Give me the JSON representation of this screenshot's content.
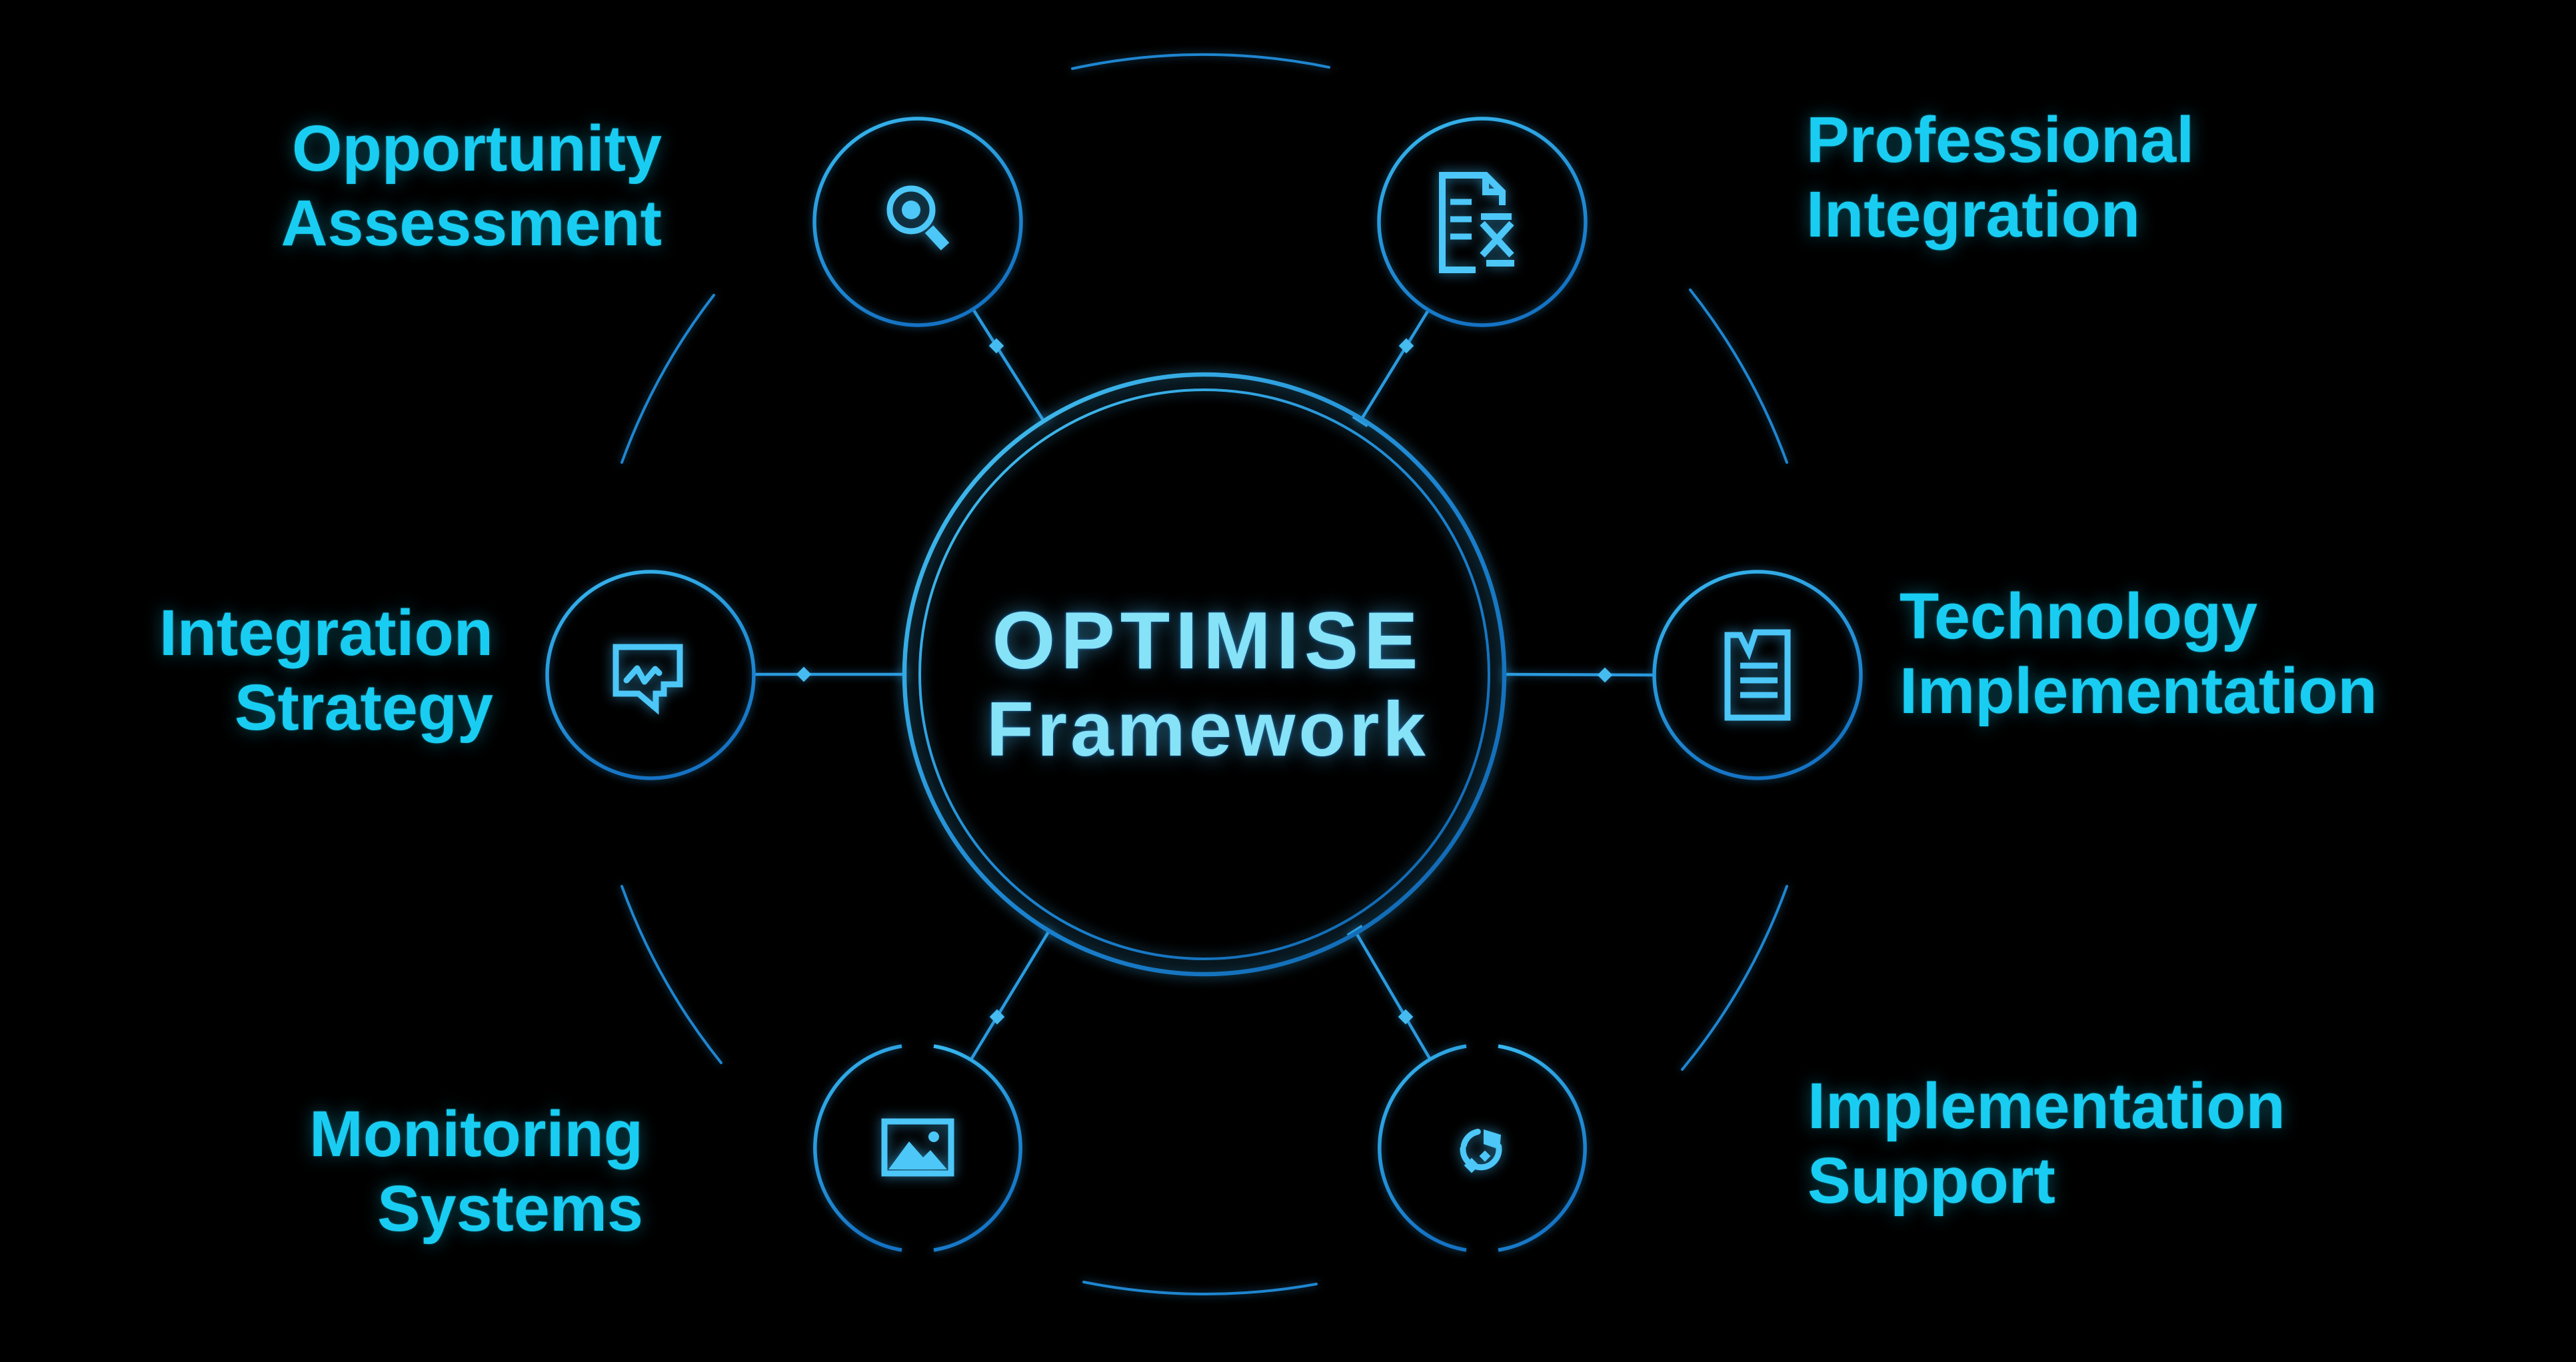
{
  "center": {
    "line1": "OPTIMISE",
    "line2": "Framework"
  },
  "nodes": {
    "top_left": {
      "line1": "Opportunity",
      "line2": "Assessment",
      "icon": "magnifier-icon"
    },
    "top_right": {
      "line1": "Professional",
      "line2": "Integration",
      "icon": "document-edit-icon"
    },
    "mid_left": {
      "line1": "Integration",
      "line2": "Strategy",
      "icon": "message-pulse-icon"
    },
    "mid_right": {
      "line1": "Technology",
      "line2": "Implementation",
      "icon": "note-list-icon"
    },
    "bottom_left": {
      "line1": "Monitoring",
      "line2": "Systems",
      "icon": "image-icon"
    },
    "bottom_right": {
      "line1": "Implementation",
      "line2": "Support",
      "icon": "pie-chart-icon"
    }
  },
  "colors": {
    "background": "#000000",
    "label_text": "#19cdf2",
    "center_text": "#86e2f7",
    "icon": "#4cc7f8",
    "connector": "#2b9ade",
    "diamond": "#46bbf0",
    "ring": "#1f86d0",
    "node_stroke_light": "#38b9ef",
    "node_stroke_dark": "#1573c4",
    "ring_light": "#49c9f4",
    "ring_dark": "#0f62ab"
  }
}
